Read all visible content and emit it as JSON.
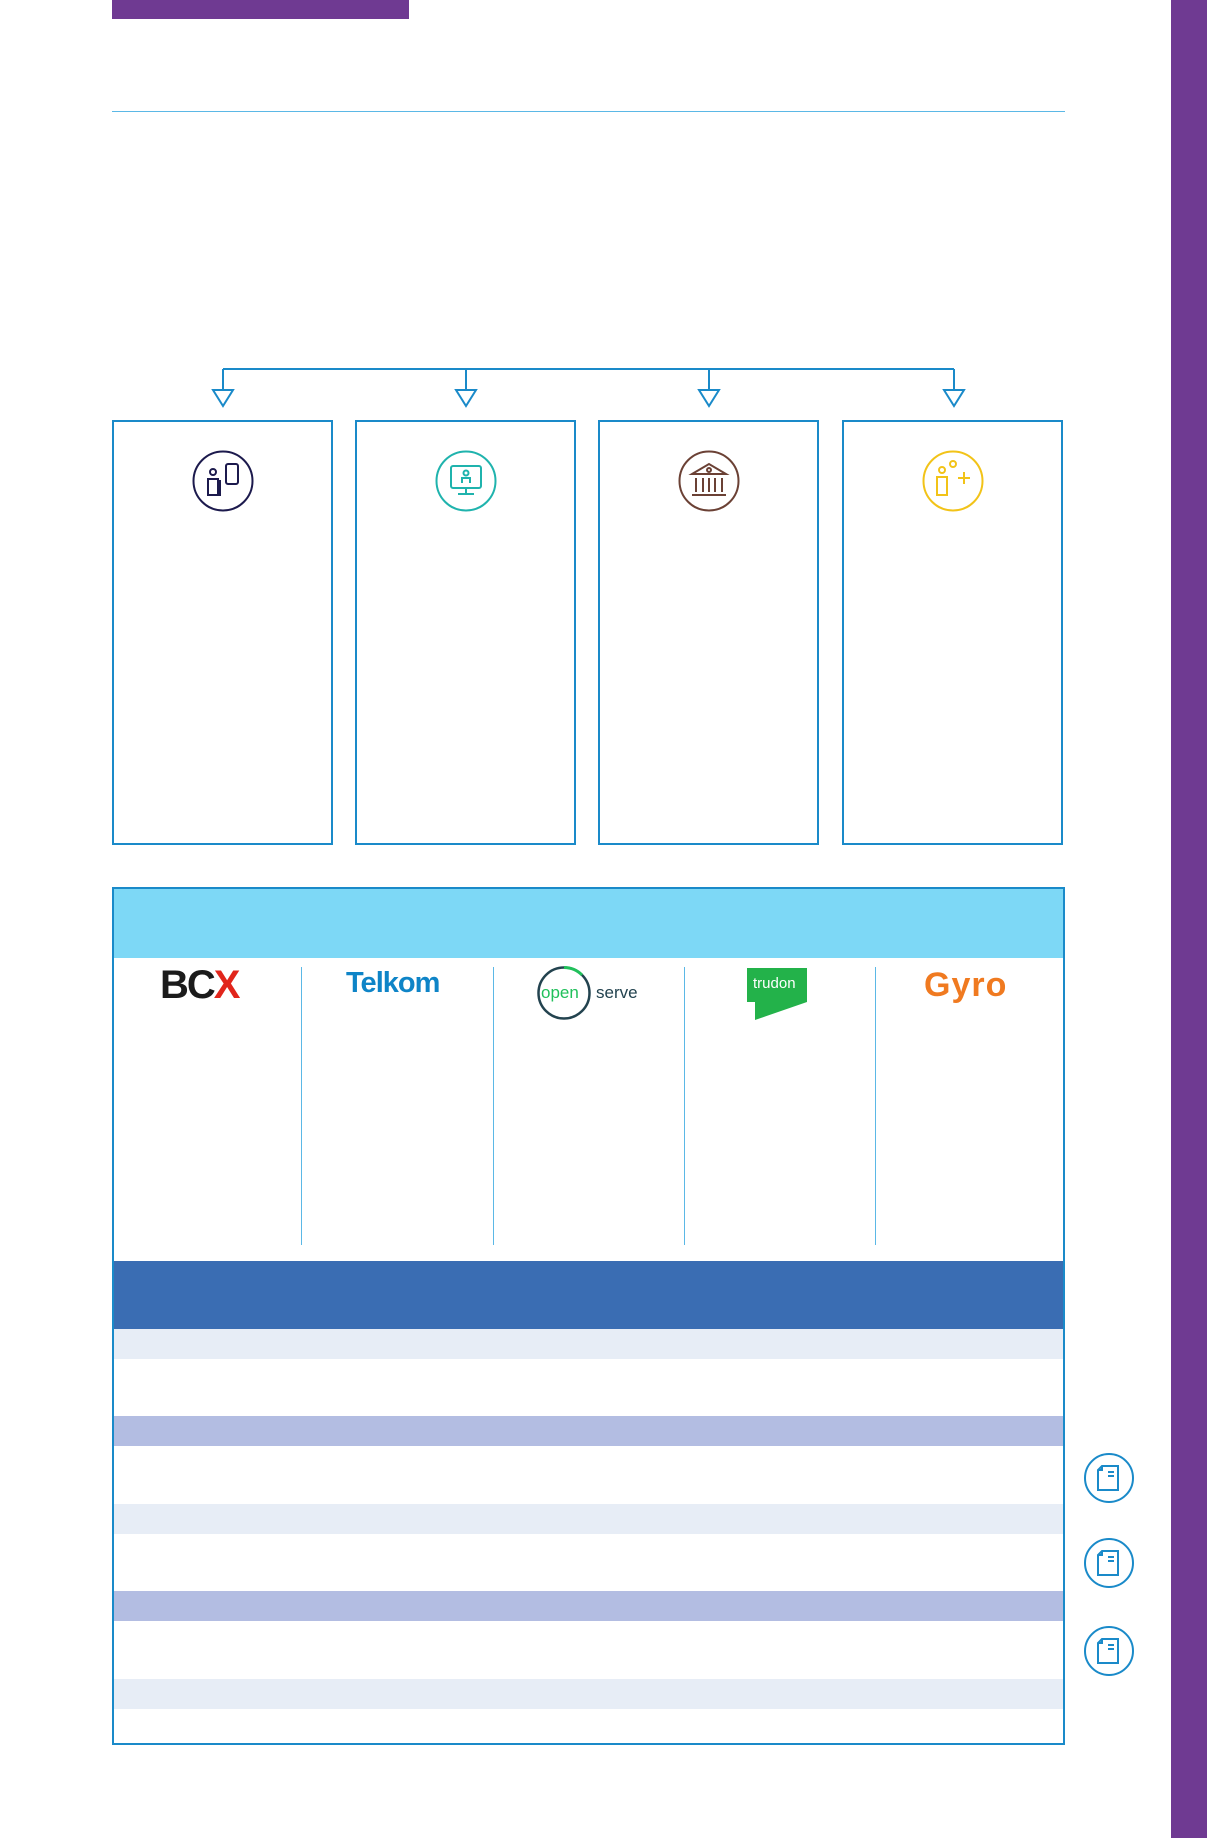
{
  "colors": {
    "purple": "#6f3a92",
    "blue_border": "#1a8ac9",
    "light_cyan": "#7dd8f6",
    "table_header": "#3a6db3",
    "row_light": "#e7edf6",
    "row_lavender": "#b3bde2"
  },
  "pillars": [
    {
      "icon": "people-mobile-icon",
      "color": "#1c1a4d"
    },
    {
      "icon": "computer-user-icon",
      "color": "#1fb3ad"
    },
    {
      "icon": "government-building-icon",
      "color": "#6b4135"
    },
    {
      "icon": "people-plus-icon",
      "color": "#f2c318"
    }
  ],
  "logos": {
    "bcx": {
      "b": "BC",
      "x": "X"
    },
    "telkom": "Telkom",
    "openserve": {
      "open": "open",
      "serve": "serve"
    },
    "trudon": "trudon",
    "gyro": "Gyro"
  },
  "doc_buttons": [
    "document-icon",
    "document-icon",
    "document-icon"
  ]
}
